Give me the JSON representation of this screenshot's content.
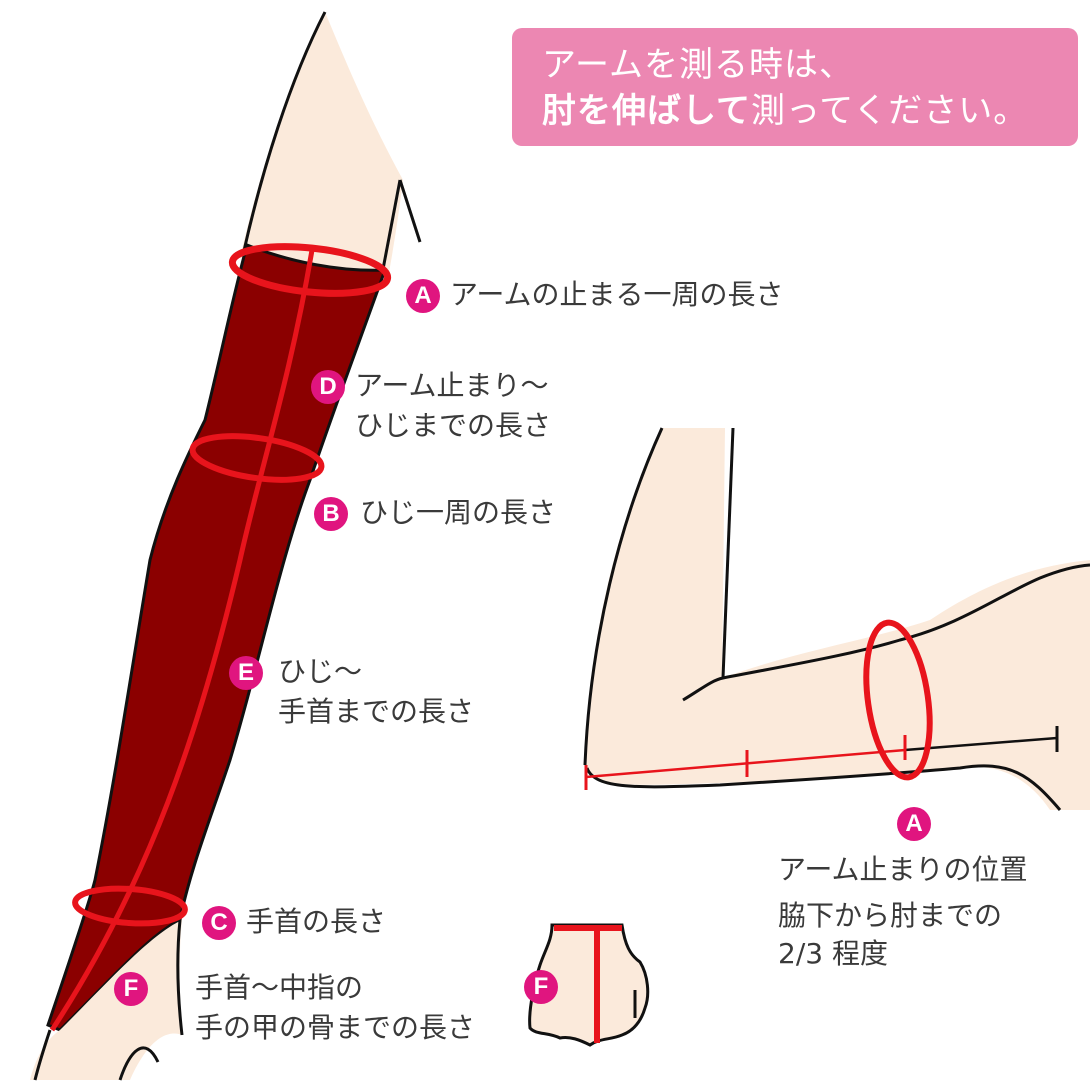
{
  "notice": {
    "line1": "アームを測る時は、",
    "line2_bold": "肘を伸ばして",
    "line2_rest": "測ってください。"
  },
  "colors": {
    "notice_bg": "#ec87b2",
    "badge": "#e0157f",
    "sleeve": "#8b0000",
    "measure_line": "#e8141c",
    "skin": "#fbeadb",
    "outline": "#111111"
  },
  "measurements": [
    {
      "badge": "A",
      "label": "アームの止まる一周の長さ"
    },
    {
      "badge": "D",
      "label_line1": "アーム止まり～",
      "label_line2": "ひじまでの長さ"
    },
    {
      "badge": "B",
      "label": "ひじ一周の長さ"
    },
    {
      "badge": "E",
      "label_line1": "ひじ～",
      "label_line2": "手首までの長さ"
    },
    {
      "badge": "C",
      "label": "手首の長さ"
    },
    {
      "badge": "F",
      "label_line1": "手首～中指の",
      "label_line2": "手の甲の骨までの長さ"
    }
  ],
  "hand_detail": {
    "badge": "F"
  },
  "bent_arm": {
    "badge": "A",
    "caption_line1": "アーム止まりの位置",
    "caption_line2": "脇下から肘までの",
    "caption_line3": "2/3 程度"
  }
}
